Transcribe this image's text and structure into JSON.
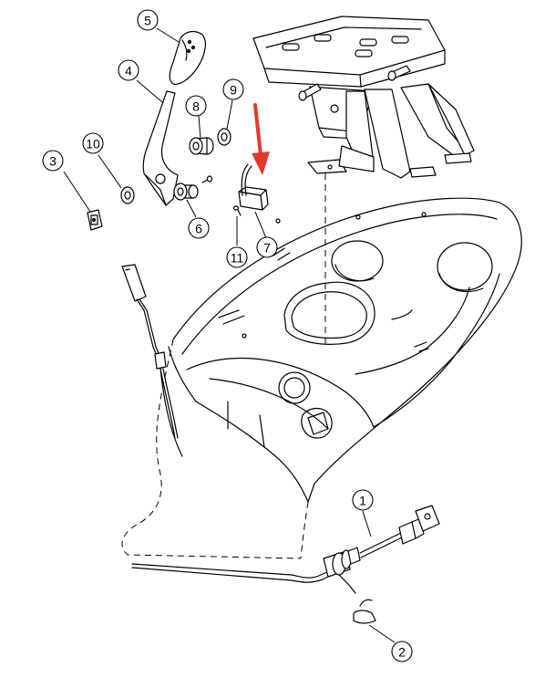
{
  "diagram": {
    "type": "exploded-parts-diagram",
    "highlight_color": "#9aad3a",
    "arrow_color": "#e03a2a",
    "callouts": [
      {
        "id": "c1",
        "label": "1"
      },
      {
        "id": "c2",
        "label": "2"
      },
      {
        "id": "c3",
        "label": "3"
      },
      {
        "id": "c4",
        "label": "4"
      },
      {
        "id": "c5",
        "label": "5"
      },
      {
        "id": "c6",
        "label": "6"
      },
      {
        "id": "c7",
        "label": "7",
        "highlighted": true
      },
      {
        "id": "c8",
        "label": "8"
      },
      {
        "id": "c9",
        "label": "9"
      },
      {
        "id": "c10",
        "label": "10"
      },
      {
        "id": "c11",
        "label": "11"
      }
    ]
  }
}
